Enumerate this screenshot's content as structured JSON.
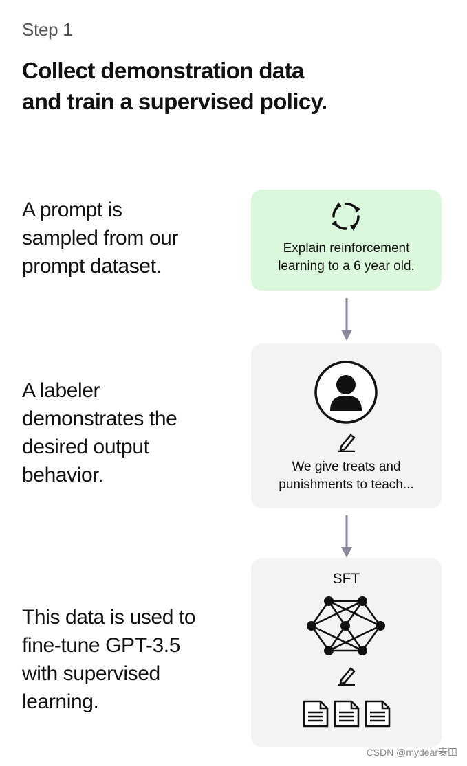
{
  "header": {
    "step": "Step 1",
    "title_line1": "Collect demonstration data",
    "title_line2": "and train a supervised policy."
  },
  "steps": [
    {
      "description": [
        "A prompt is",
        "sampled from our",
        "prompt dataset."
      ],
      "card_text": [
        "Explain reinforcement",
        "learning to a 6 year old."
      ],
      "icon": "refresh-cycle-icon",
      "card_color": "#dcf8dc"
    },
    {
      "description": [
        "A labeler",
        "demonstrates the",
        "desired output",
        "behavior."
      ],
      "card_text": [
        "We give treats and",
        "punishments to teach..."
      ],
      "icon": "user-avatar-icon",
      "card_color": "#f3f3f3"
    },
    {
      "description": [
        "This data is used to",
        "fine-tune GPT-3.5",
        "with supervised",
        "learning."
      ],
      "card_label": "SFT",
      "icon": "neural-network-icon",
      "card_color": "#f3f3f3"
    }
  ],
  "arrow_color": "#8a8a9a",
  "watermark": "CSDN @mydear麦田"
}
